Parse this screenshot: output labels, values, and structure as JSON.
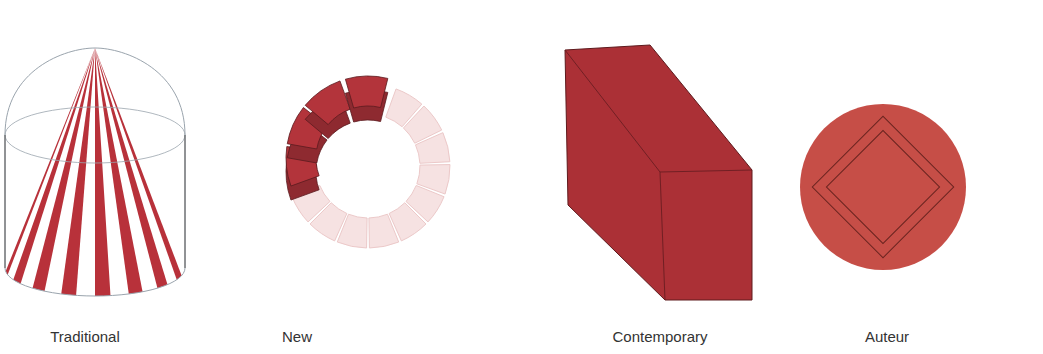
{
  "diagram": {
    "labels": [
      "Traditional",
      "New",
      "Contemporary",
      "Auteur"
    ]
  }
}
